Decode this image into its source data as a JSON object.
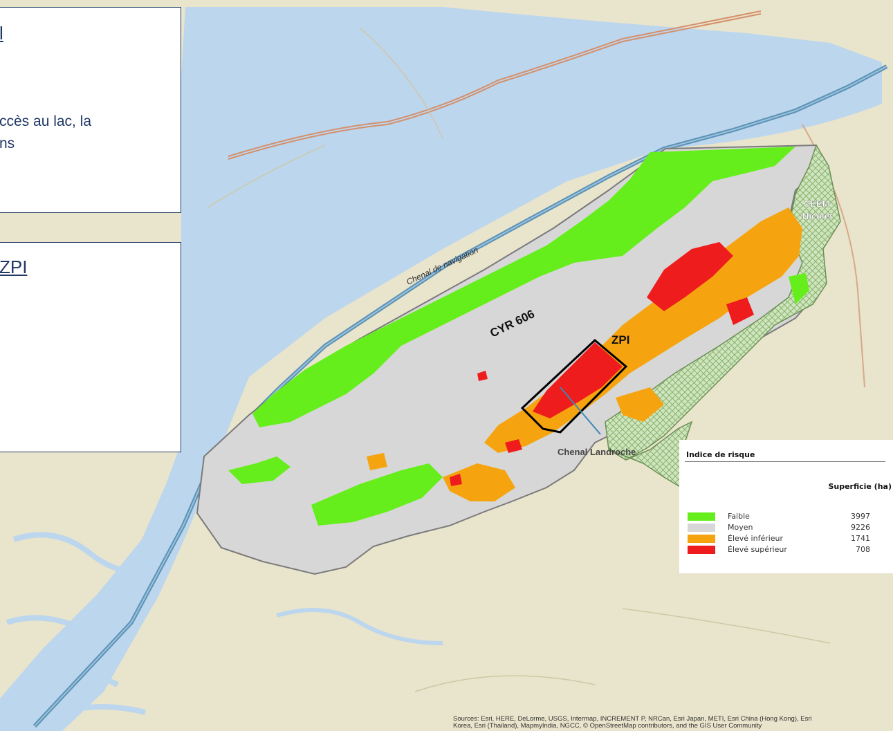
{
  "colors": {
    "faible": "#66ee1c",
    "moyen": "#d7d7d7",
    "eleve_inferieur": "#f5a40f",
    "eleve_superieur": "#ee1c1c",
    "water": "#bcd6ee",
    "navigation_channel": "#5b92b5",
    "protected_hatch": "#a9cf90",
    "panel_text": "#1f3864"
  },
  "panels": {
    "top": {
      "heading_fragment": "l",
      "line1": "ccès au lac, la",
      "line2": "ns"
    },
    "bottom": {
      "heading_fragment": "ZPI"
    }
  },
  "map_labels": {
    "cyr": "CYR 606",
    "zpi": "ZPI",
    "chenal_navigation": "Chenal de navigation",
    "chenal_landroche": "Chenal Landroche",
    "ceem_line1": "CEEM",
    "ceem_line2": "Nicolet"
  },
  "legend": {
    "title": "Indice de risque",
    "area_header": "Superficie (ha)",
    "rows": [
      {
        "label": "Faible",
        "value": "3997"
      },
      {
        "label": "Moyen",
        "value": "9226"
      },
      {
        "label": "Élevé inférieur",
        "value": "1741"
      },
      {
        "label": "Élevé supérieur",
        "value": "708"
      }
    ]
  },
  "sources": {
    "line1": "Sources: Esri, HERE, DeLorme, USGS, Intermap, INCREMENT P, NRCan, Esri Japan, METI, Esri China (Hong Kong), Esri",
    "line2": "Korea, Esri (Thailand), MapmyIndia, NGCC, © OpenStreetMap contributors, and the GIS User Community"
  }
}
